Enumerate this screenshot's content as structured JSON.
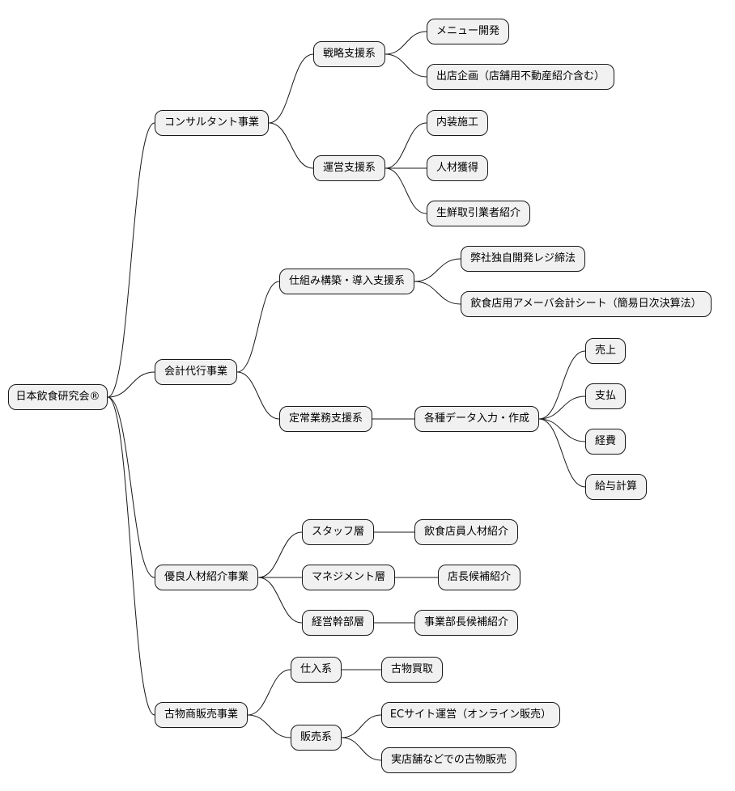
{
  "colors": {
    "node_fill": "#F1F1F1",
    "node_border": "#181818",
    "line": "#181818",
    "background": "#FFFFFF"
  },
  "root": {
    "label": "日本飲食研究会®",
    "children": [
      {
        "label": "コンサルタント事業",
        "children": [
          {
            "label": "戦略支援系",
            "children": [
              {
                "label": "メニュー開発"
              },
              {
                "label": "出店企画（店舗用不動産紹介含む）"
              }
            ]
          },
          {
            "label": "運営支援系",
            "children": [
              {
                "label": "内装施工"
              },
              {
                "label": "人材獲得"
              },
              {
                "label": "生鮮取引業者紹介"
              }
            ]
          }
        ]
      },
      {
        "label": "会計代行事業",
        "children": [
          {
            "label": "仕組み構築・導入支援系",
            "children": [
              {
                "label": "弊社独自開発レジ締法"
              },
              {
                "label": "飲食店用アメーバ会計シート（簡易日次決算法）"
              }
            ]
          },
          {
            "label": "定常業務支援系",
            "children": [
              {
                "label": "各種データ入力・作成",
                "children": [
                  {
                    "label": "売上"
                  },
                  {
                    "label": "支払"
                  },
                  {
                    "label": "経費"
                  },
                  {
                    "label": "給与計算"
                  }
                ]
              }
            ]
          }
        ]
      },
      {
        "label": "優良人材紹介事業",
        "children": [
          {
            "label": "スタッフ層",
            "children": [
              {
                "label": "飲食店員人材紹介"
              }
            ]
          },
          {
            "label": "マネジメント層",
            "children": [
              {
                "label": "店長候補紹介"
              }
            ]
          },
          {
            "label": "経営幹部層",
            "children": [
              {
                "label": "事業部長候補紹介"
              }
            ]
          }
        ]
      },
      {
        "label": "古物商販売事業",
        "children": [
          {
            "label": "仕入系",
            "children": [
              {
                "label": "古物買取"
              }
            ]
          },
          {
            "label": "販売系",
            "children": [
              {
                "label": "ECサイト運営（オンライン販売）"
              },
              {
                "label": "実店舗などでの古物販売"
              }
            ]
          }
        ]
      }
    ]
  }
}
